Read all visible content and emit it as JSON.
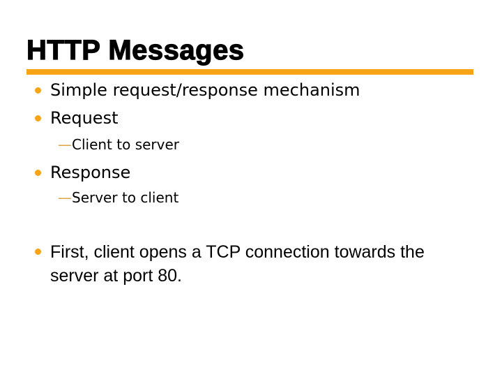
{
  "slide": {
    "title": "HTTP Messages",
    "colors": {
      "accent_orange": "#F7A417",
      "dash_gold": "#DCA443"
    },
    "bullets": [
      {
        "level": 1,
        "text": "Simple request/response mechanism"
      },
      {
        "level": 1,
        "text": "Request"
      },
      {
        "level": 2,
        "dash": "—",
        "text": "Client to server"
      },
      {
        "level": 1,
        "text": "Response"
      },
      {
        "level": 2,
        "dash": "—",
        "text": "Server to client"
      },
      {
        "level": 1,
        "lines": {
          "0": "First, client opens a TCP connection towards the",
          "1": "server at port 80."
        }
      }
    ]
  }
}
